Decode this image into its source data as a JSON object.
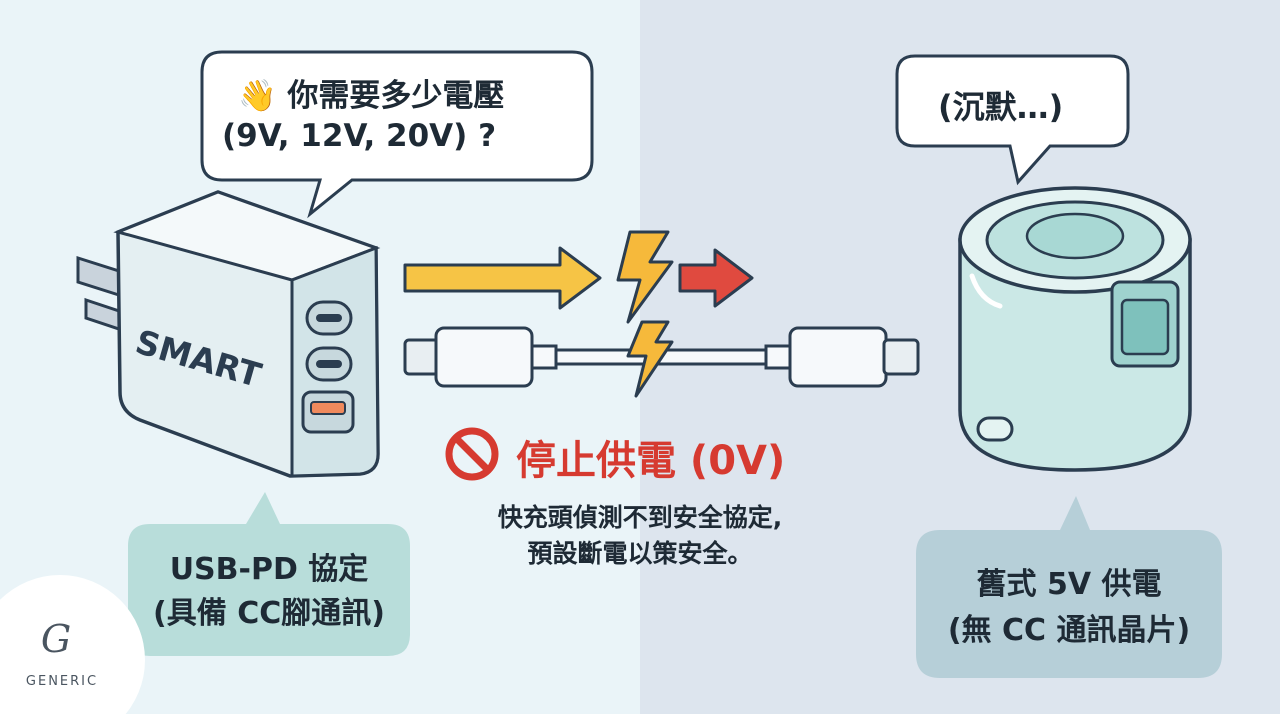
{
  "charger": {
    "brand": "SMART",
    "bubble_line1": "你需要多少電壓",
    "bubble_line2": "(9V, 12V, 20V) ?",
    "label_line1": "USB-PD 協定",
    "label_line2": "(具備 CC腳通訊)"
  },
  "device": {
    "bubble": "(沉默…)",
    "label_line1": "舊式 5V 供電",
    "label_line2": "(無 CC 通訊晶片)"
  },
  "alert": {
    "title": "停止供電 (0V)",
    "desc_line1": "快充頭偵測不到安全協定,",
    "desc_line2": "預設斷電以策安全。"
  },
  "watermark": {
    "logo_letter": "G",
    "name": "GENERIC"
  },
  "colors": {
    "bg_left": "#EAF4F8",
    "bg_right": "#DDE5EE",
    "outline": "#2B3D50",
    "label_fill": "#B8DDDA",
    "alert_red": "#D63A30",
    "arrow_yellow": "#F6C445",
    "lightning": "#F6B93B"
  }
}
